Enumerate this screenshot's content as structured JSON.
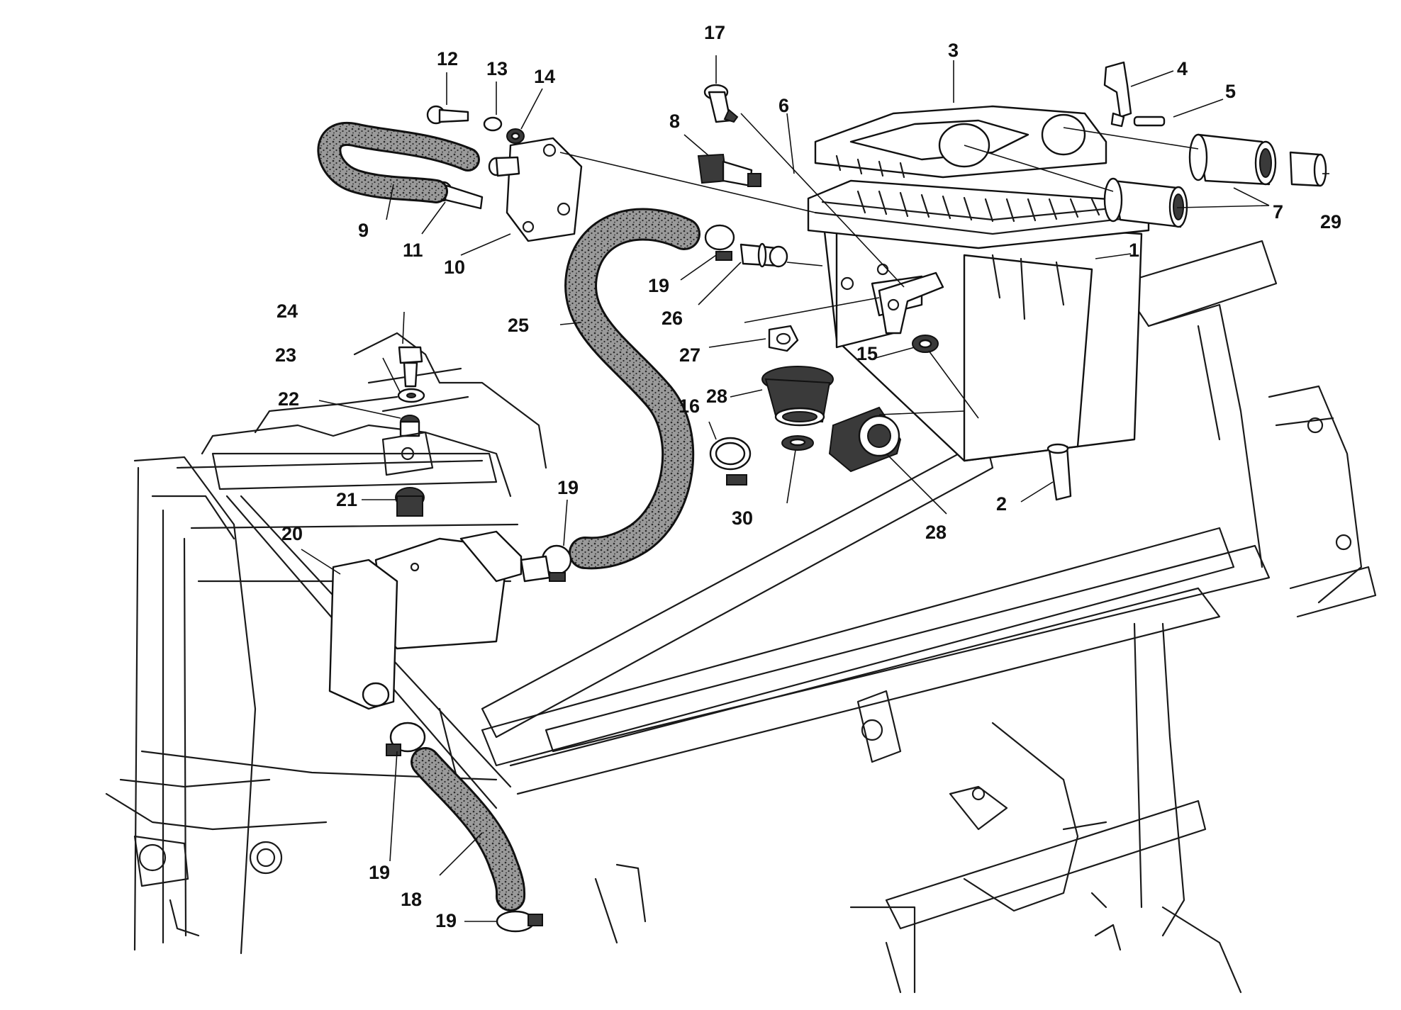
{
  "diagram": {
    "colors": {
      "line": "#111111",
      "hose_fill": "#8a8a8a",
      "hose_dots": "#2b2b2b",
      "background": "#ffffff"
    },
    "callouts": [
      {
        "id": "c12",
        "text": "12"
      },
      {
        "id": "c13",
        "text": "13"
      },
      {
        "id": "c14",
        "text": "14"
      },
      {
        "id": "c17",
        "text": "17"
      },
      {
        "id": "c3",
        "text": "3"
      },
      {
        "id": "c4",
        "text": "4"
      },
      {
        "id": "c5",
        "text": "5"
      },
      {
        "id": "c8",
        "text": "8"
      },
      {
        "id": "c6",
        "text": "6"
      },
      {
        "id": "c7",
        "text": "7"
      },
      {
        "id": "c29",
        "text": "29"
      },
      {
        "id": "c9",
        "text": "9"
      },
      {
        "id": "c11",
        "text": "11"
      },
      {
        "id": "c10",
        "text": "10"
      },
      {
        "id": "c1",
        "text": "1"
      },
      {
        "id": "c19a",
        "text": "19"
      },
      {
        "id": "c26",
        "text": "26"
      },
      {
        "id": "c25",
        "text": "25"
      },
      {
        "id": "c24",
        "text": "24"
      },
      {
        "id": "c27",
        "text": "27"
      },
      {
        "id": "c23",
        "text": "23"
      },
      {
        "id": "c15",
        "text": "15"
      },
      {
        "id": "c22",
        "text": "22"
      },
      {
        "id": "c28a",
        "text": "28"
      },
      {
        "id": "c16",
        "text": "16"
      },
      {
        "id": "c19b",
        "text": "19"
      },
      {
        "id": "c21",
        "text": "21"
      },
      {
        "id": "c30",
        "text": "30"
      },
      {
        "id": "c2",
        "text": "2"
      },
      {
        "id": "c28b",
        "text": "28"
      },
      {
        "id": "c20",
        "text": "20"
      },
      {
        "id": "c19c",
        "text": "19"
      },
      {
        "id": "c18",
        "text": "18"
      },
      {
        "id": "c19d",
        "text": "19"
      }
    ]
  }
}
